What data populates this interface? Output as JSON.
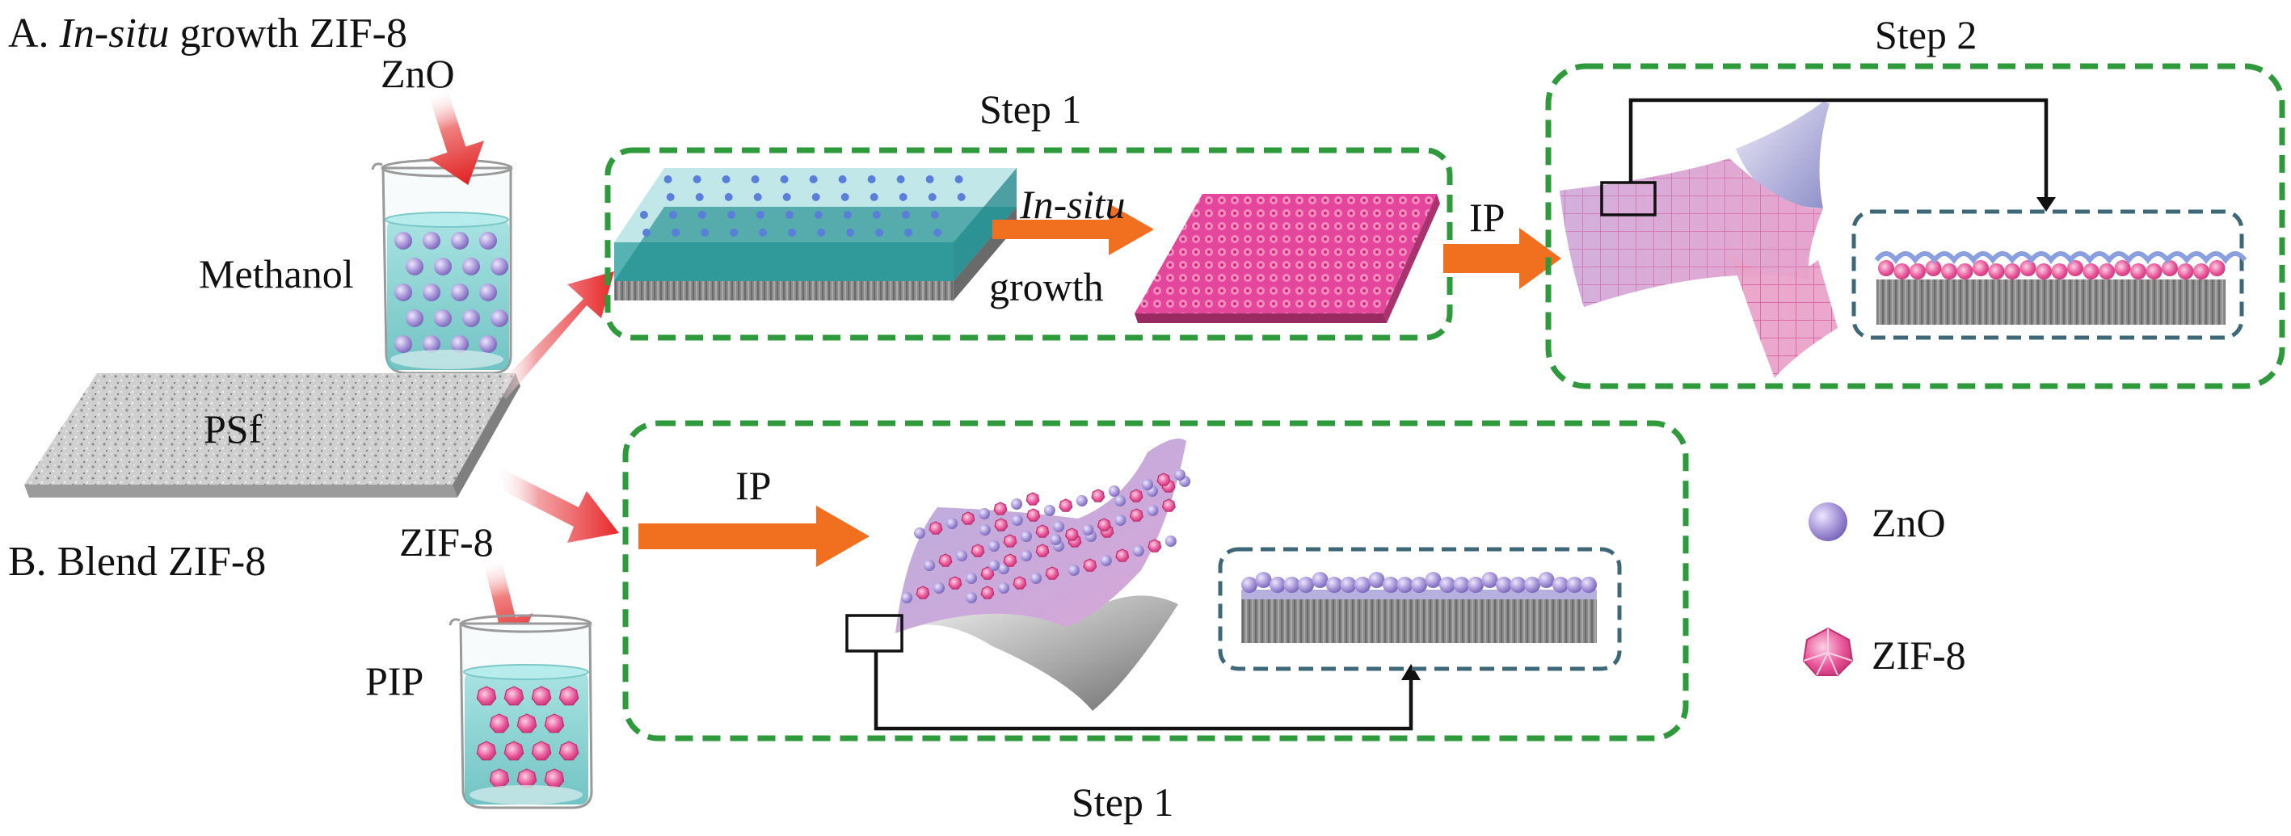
{
  "section_a": {
    "prefix": "A. ",
    "title_italic": "In-situ",
    "title_rest": " growth ZIF-8"
  },
  "section_b": {
    "title": "B. Blend ZIF-8"
  },
  "labels": {
    "zno_top": "ZnO",
    "methanol": "Methanol",
    "psf": "PSf",
    "zif8_beaker": "ZIF-8",
    "pip": "PIP",
    "step1_a": "Step 1",
    "insitu_italic": "In-situ",
    "growth": "growth",
    "ip_a": "IP",
    "step2_a": "Step 2",
    "ip_b": "IP",
    "step1_b": "Step 1"
  },
  "legend": {
    "zno": "ZnO",
    "zif8": "ZIF-8"
  },
  "colors": {
    "dash_green": "#2e9a3c",
    "dash_slate": "#3e6878",
    "arrow_orange": "#f07020",
    "arrow_red": "#e8282a",
    "zno_purple": "#a694d8",
    "zif_pink": "#e8559a",
    "solution_cyan": "#7ecfcf"
  }
}
